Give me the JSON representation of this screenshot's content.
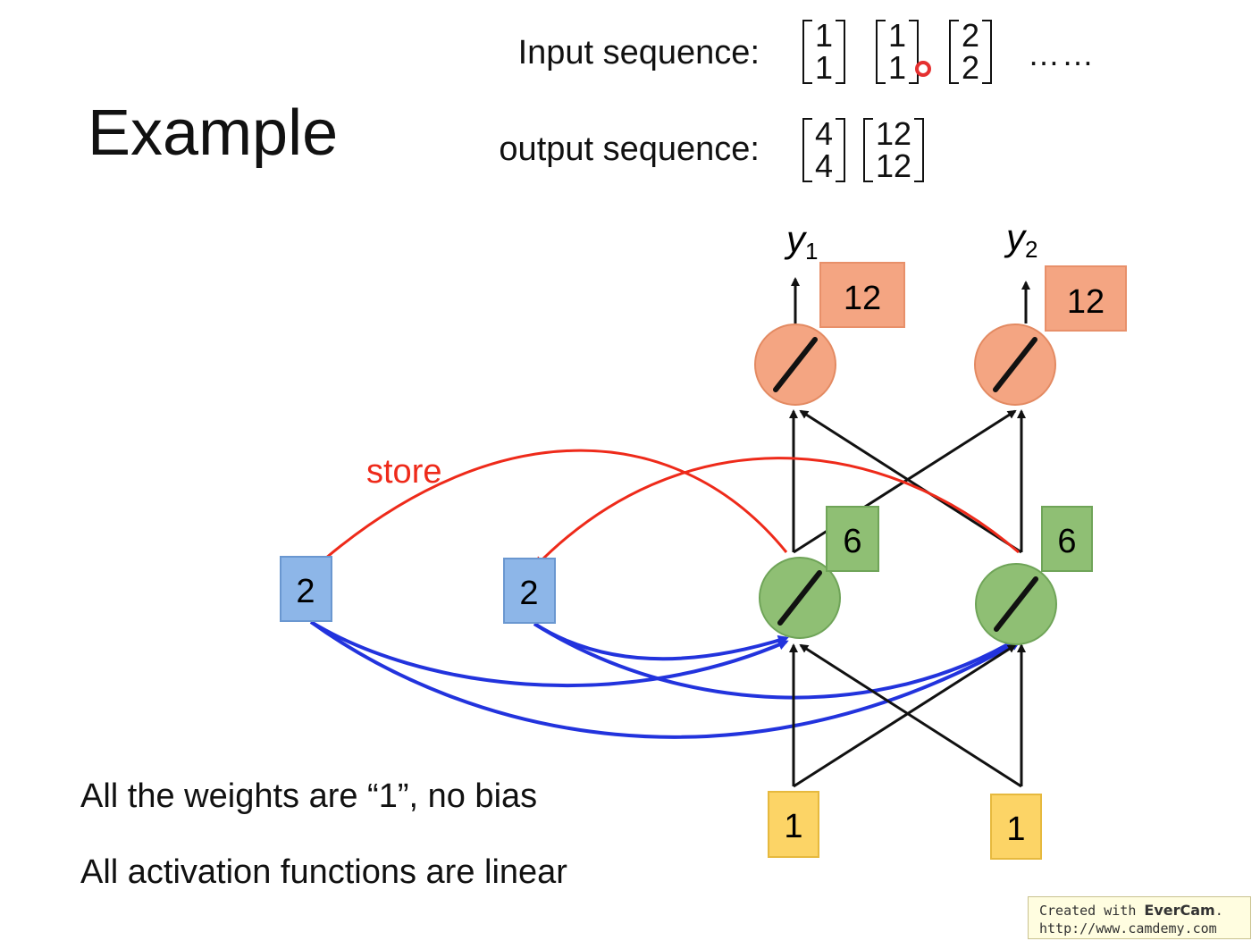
{
  "slide": {
    "title": "Example",
    "input_label": "Input sequence:",
    "output_label": "output sequence:",
    "input_vectors": [
      [
        "1",
        "1"
      ],
      [
        "1",
        "1"
      ],
      [
        "2",
        "2"
      ]
    ],
    "ellipsis": "…… ",
    "output_vectors": [
      [
        "4",
        "4"
      ],
      [
        "12",
        "12"
      ]
    ],
    "notes": [
      "All the weights are “1”, no bias",
      "All activation functions are linear"
    ]
  },
  "diagram": {
    "outputs": [
      {
        "label": "y",
        "subscript": "1",
        "value": "12"
      },
      {
        "label": "y",
        "subscript": "2",
        "value": "12"
      }
    ],
    "hidden_values": [
      "6",
      "6"
    ],
    "memory_values": [
      "2",
      "2"
    ],
    "inputs": [
      "1",
      "1"
    ],
    "store_label": "store",
    "colors": {
      "output_neuron": "#f4a582",
      "hidden_neuron": "#8fbf74",
      "memory_cell": "#8db6e8",
      "input_cell": "#fcd466",
      "store_arrow": "#ee2a1a",
      "memory_arrow": "#2233dd"
    }
  },
  "watermark": {
    "prefix": "Created with ",
    "brand": "EverCam",
    "suffix": ".",
    "url": "http://www.camdemy.com"
  }
}
